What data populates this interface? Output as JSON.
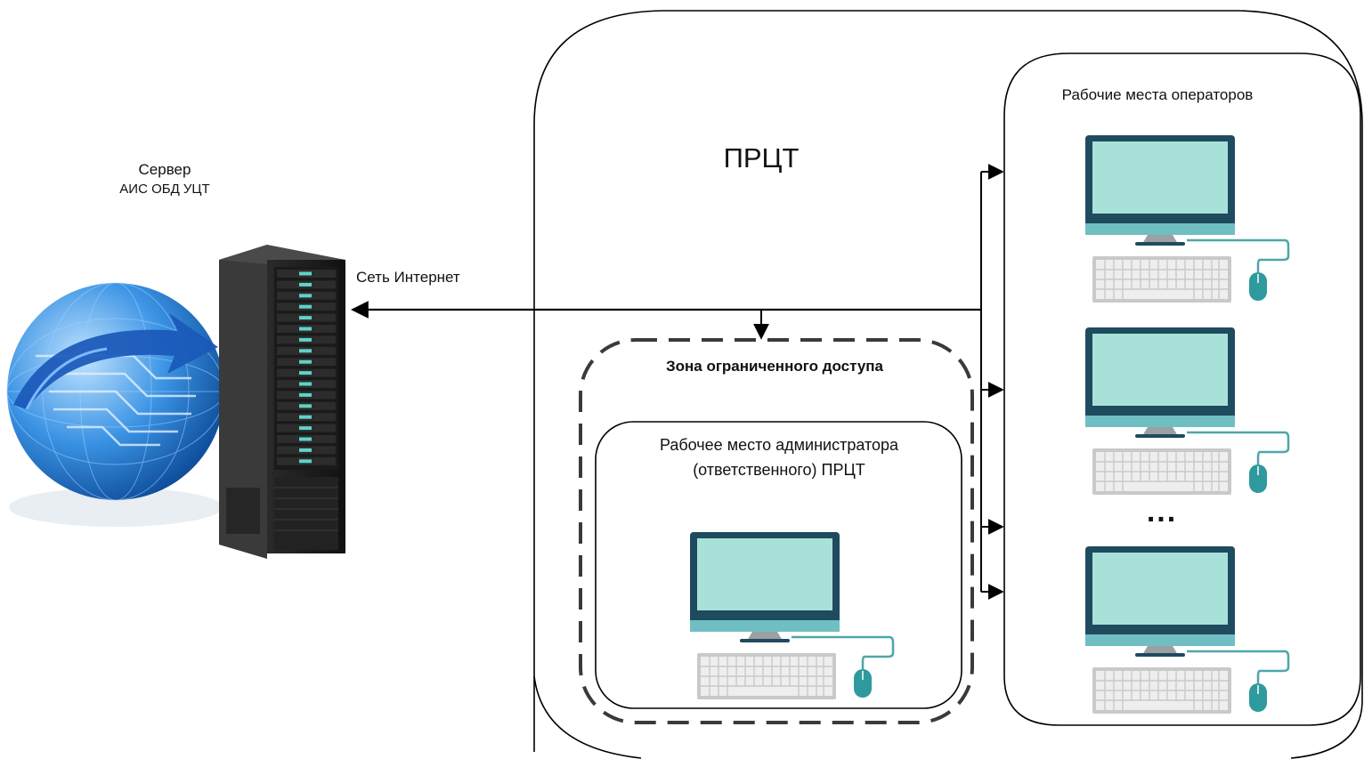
{
  "server": {
    "title": "Сервер",
    "subtitle": "АИС ОБД УЦТ",
    "icon": "server-rack-icon"
  },
  "globe": {
    "icon": "globe-network-icon"
  },
  "network": {
    "label": "Сеть Интернет"
  },
  "prct": {
    "label": "ПРЦТ"
  },
  "operators": {
    "label": "Рабочие места операторов",
    "ellipsis": "..."
  },
  "restricted_zone": {
    "label": "Зона ограниченного доступа"
  },
  "admin": {
    "label": "Рабочее место администратора (ответственного) ПРЦТ"
  },
  "colors": {
    "monitor_frame": "#1f4b5e",
    "screen": "#a8e1d8",
    "stand": "#6fbfc2",
    "mouse": "#2f9a9e",
    "zone_border": "#3a3a3a",
    "globe": "#2a7fd6"
  }
}
